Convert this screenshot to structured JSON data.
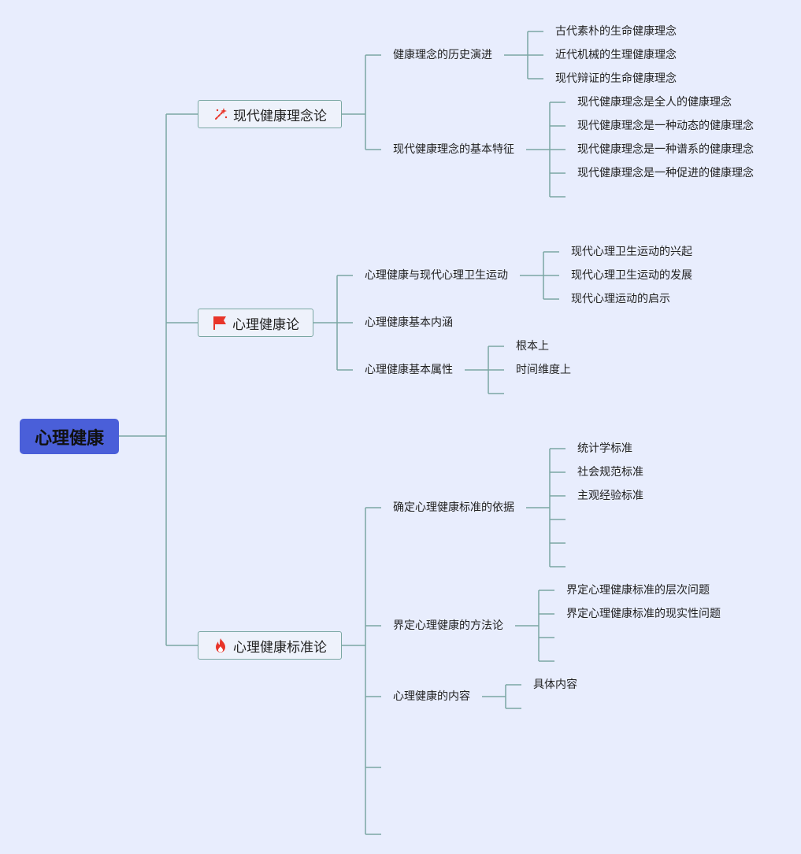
{
  "root": "心理健康",
  "branches": [
    {
      "label": "现代健康理念论",
      "icon": "magic-wand-sparkle-icon",
      "children": [
        {
          "label": "健康理念的历史演进",
          "children": [
            "古代素朴的生命健康理念",
            "近代机械的生理健康理念",
            "现代辩证的生命健康理念"
          ]
        },
        {
          "label": "现代健康理念的基本特征",
          "children": [
            "现代健康理念是全人的健康理念",
            "现代健康理念是一种动态的健康理念",
            "现代健康理念是一种谱系的健康理念",
            "现代健康理念是一种促进的健康理念"
          ]
        }
      ]
    },
    {
      "label": "心理健康论",
      "icon": "red-flag-icon",
      "children": [
        {
          "label": "心理健康与现代心理卫生运动",
          "children": [
            "现代心理卫生运动的兴起",
            "现代心理卫生运动的发展",
            "现代心理运动的启示"
          ]
        },
        {
          "label": "心理健康基本内涵",
          "children": []
        },
        {
          "label": "心理健康基本属性",
          "children": [
            "根本上",
            "时间维度上"
          ]
        }
      ]
    },
    {
      "label": "心理健康标准论",
      "icon": "fire-icon",
      "children": [
        {
          "label": "确定心理健康标准的依据",
          "children": [
            "统计学标准",
            "社会规范标准",
            "主观经验标准"
          ]
        },
        {
          "label": "界定心理健康的方法论",
          "children": [
            "界定心理健康标准的层次问题",
            "界定心理健康标准的现实性问题"
          ]
        },
        {
          "label": "心理健康的内容",
          "children": [
            "具体内容"
          ]
        }
      ]
    }
  ],
  "colors": {
    "background": "#e8edfd",
    "root_fill": "#4a5fd9",
    "connector": "#7aa7a3",
    "icon_red": "#e8352a"
  }
}
